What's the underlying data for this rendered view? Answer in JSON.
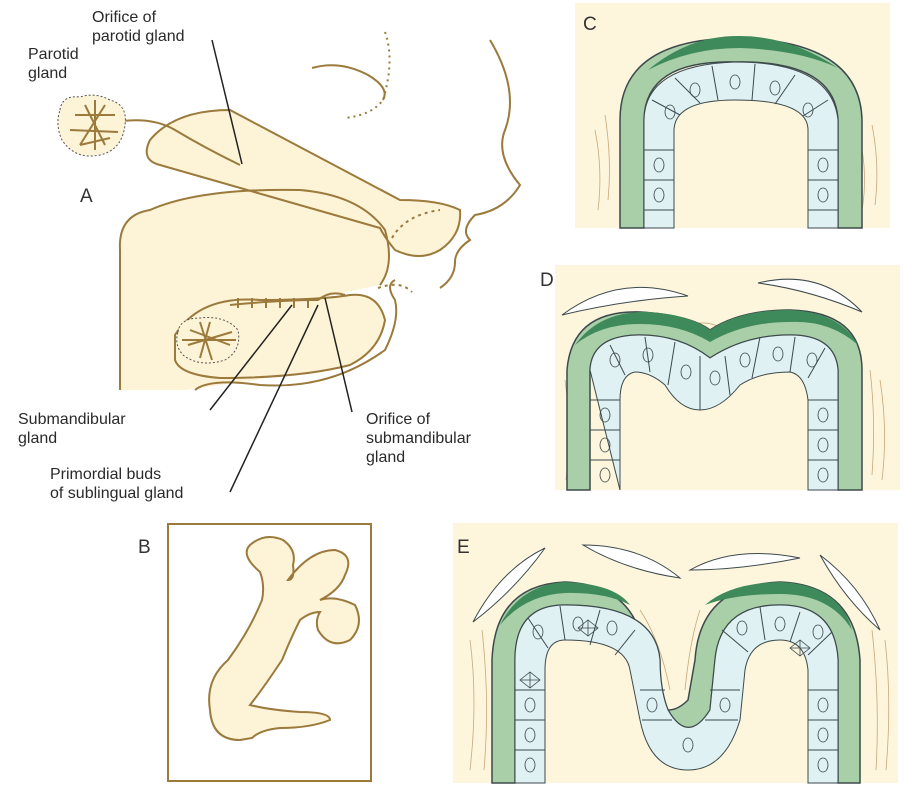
{
  "colors": {
    "background": "#ffffff",
    "tissue_fill": "#fdf3d6",
    "tissue_outline": "#9b7a3c",
    "panel_bg": "#fdf5dc",
    "mesenchyme_line": "#c9a77a",
    "cell_fill": "#dff1f3",
    "cell_outline": "#3d4a4c",
    "basement_light": "#a9cfa8",
    "basement_dark": "#3f8a5a",
    "leader_line": "#222222"
  },
  "panels": {
    "a": {
      "letter": "A"
    },
    "b": {
      "letter": "B"
    },
    "c": {
      "letter": "C"
    },
    "d": {
      "letter": "D"
    },
    "e": {
      "letter": "E"
    }
  },
  "labels": {
    "orifice_parotid_1": "Orifice of",
    "orifice_parotid_2": "parotid gland",
    "parotid_1": "Parotid",
    "parotid_2": "gland",
    "submandibular_1": "Submandibular",
    "submandibular_2": "gland",
    "sublingual_1": "Primordial buds",
    "sublingual_2": "of sublingual gland",
    "orifice_sub_1": "Orifice of",
    "orifice_sub_2": "submandibular",
    "orifice_sub_3": "gland"
  }
}
